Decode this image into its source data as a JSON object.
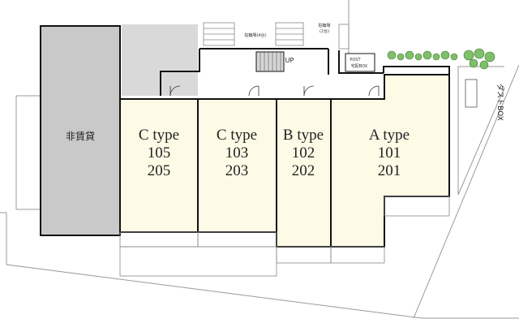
{
  "colors": {
    "unit_fill": "#fdfbe6",
    "non_rental_fill": "#c9c9c9",
    "stair_fill": "#d6d6d6",
    "wall": "#111111",
    "thin": "#999999",
    "greenery": "#7fbf6a"
  },
  "non_rental": {
    "label": "非賃貸"
  },
  "units": [
    {
      "type": "C type",
      "floor1": "105",
      "floor2": "205"
    },
    {
      "type": "C type",
      "floor1": "103",
      "floor2": "203"
    },
    {
      "type": "B type",
      "floor1": "102",
      "floor2": "202"
    },
    {
      "type": "A type",
      "floor1": "101",
      "floor2": "201"
    }
  ],
  "bike_left": {
    "line1": "駐輪場(4台)"
  },
  "bike_right": {
    "line1": "駐輪場",
    "line2": "(2台)"
  },
  "stairs": {
    "label": "UP"
  },
  "post": {
    "line1": "POST",
    "line2": "宅配BOX"
  },
  "dust_box": {
    "label": "ダストBOX"
  }
}
